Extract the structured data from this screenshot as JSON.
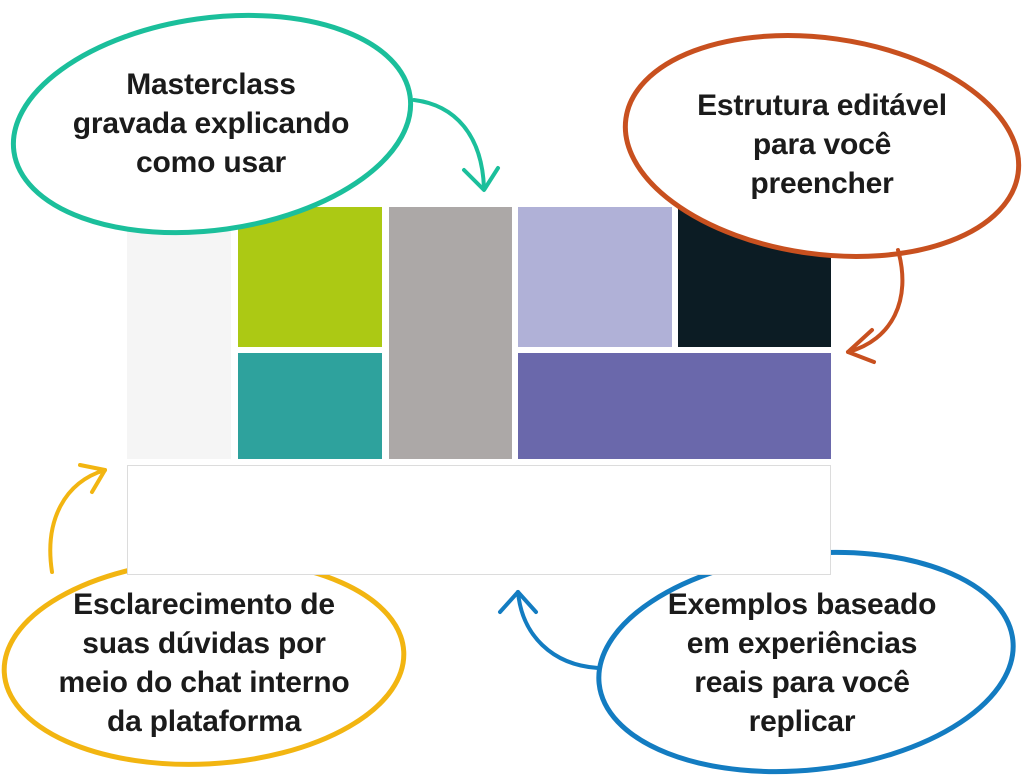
{
  "colors": {
    "background": "#ffffff",
    "panel_left": "#f5f5f5",
    "block_lime": "#acc914",
    "block_teal": "#2ea29d",
    "block_gray": "#aca8a7",
    "block_lavender": "#b0b1d7",
    "block_navy": "#0c1c24",
    "block_purple": "#6a68ab",
    "callout_teal": "#1bbf9b",
    "callout_rust": "#c8501f",
    "callout_yellow": "#f2b511",
    "callout_blue": "#137cc1",
    "text": "#1b1b1b"
  },
  "icons": {
    "callout_arrows": "curved-arrow-icon"
  },
  "callouts": {
    "masterclass": "Masterclass\ngravada explicando\ncomo usar",
    "estrutura": "Estrutura editável\npara você\npreencher",
    "esclarecimento": "Esclarecimento de\nsuas dúvidas por\nmeio do chat interno\nda plataforma",
    "exemplos": "Exemplos baseado\nem experiências\nreais para você\nreplicar"
  }
}
